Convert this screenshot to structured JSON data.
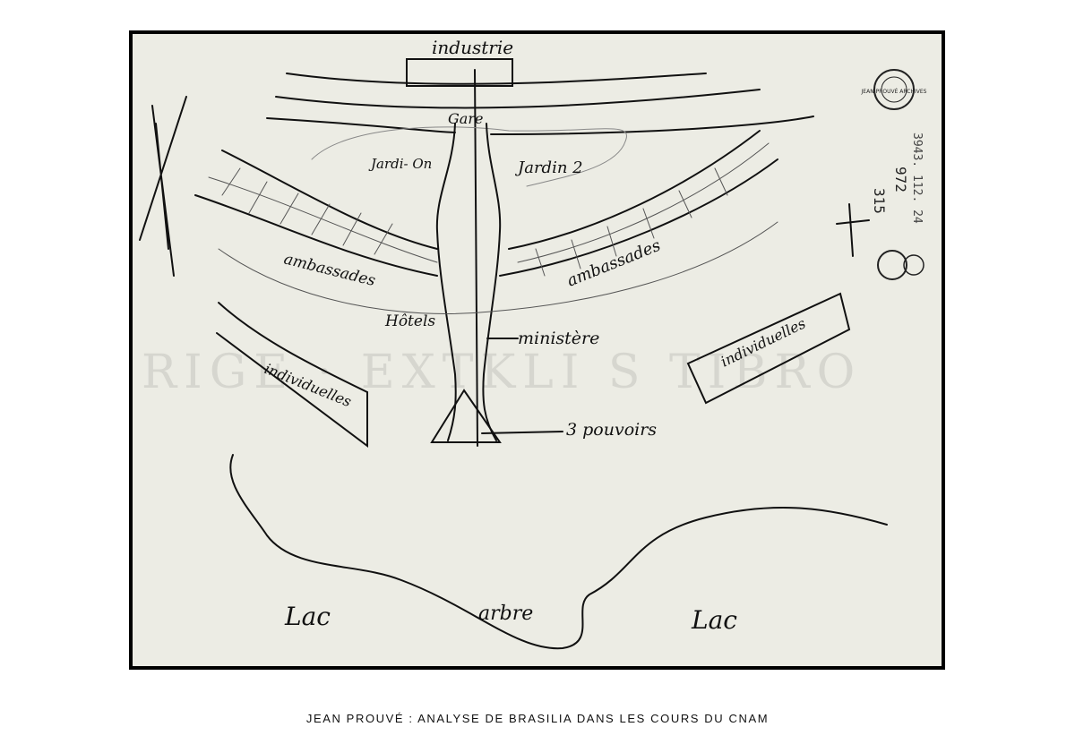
{
  "caption": "JEAN PROUVÉ : ANALYSE DE BRASILIA DANS LES COURS DU CNAM",
  "sketch": {
    "labels": {
      "industrie": "industrie",
      "gare": "Gare",
      "jardin_left": "Jardi- On",
      "jardin_right": "Jardin 2",
      "ambassades_left": "ambassades",
      "ambassades_right": "ambassades",
      "hotels": "Hôtels",
      "ministere": "ministère",
      "individuelles_left": "individuelles",
      "individuelles_right": "individuelles",
      "trois_pouvoirs": "3 pouvoirs",
      "lac_left": "Lac",
      "arbre": "arbre",
      "lac_right": "Lac"
    },
    "archive": {
      "stamp_text": "JEAN PROUVÉ ARCHIVES",
      "number_1": "972",
      "number_2": "315",
      "reference": "3943. 112. 24"
    },
    "colors": {
      "paper": "#ecece4",
      "ink": "#111111",
      "frame": "#000000"
    }
  }
}
